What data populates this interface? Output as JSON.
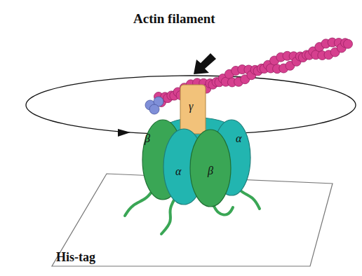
{
  "diagram": {
    "nodes": [
      {
        "text": [
          "His-tag"
        ]
      },
      {
        "text": [
          "γ"
        ]
      },
      {
        "text": [
          "β"
        ]
      },
      {
        "text": [
          "α"
        ]
      },
      {
        "text": [
          "β"
        ]
      },
      {
        "text": [
          "α"
        ]
      }
    ],
    "labels": [
      "Actin filament"
    ]
  }
}
